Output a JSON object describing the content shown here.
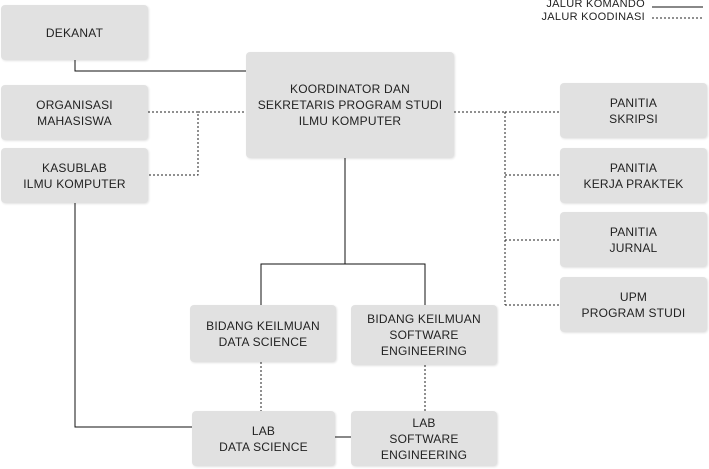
{
  "legend": {
    "command_line": "JALUR KOMANDO",
    "coordination_line": "JALUR KOODINASI"
  },
  "nodes": {
    "dekanat": "DEKANAT",
    "koordinator": "KOORDINATOR DAN\nSEKRETARIS PROGRAM STUDI\nILMU KOMPUTER",
    "organisasi": "ORGANISASI\nMAHASISWA",
    "kasublab": "KASUBLAB\nILMU KOMPUTER",
    "panitia_skripsi": "PANITIA\nSKRIPSI",
    "panitia_kp": "PANITIA\nKERJA PRAKTEK",
    "panitia_jurnal": "PANITIA\nJURNAL",
    "upm": "UPM\nPROGRAM STUDI",
    "bidang_ds": "BIDANG KEILMUAN\nDATA SCIENCE",
    "bidang_se": "BIDANG KEILMUAN\nSOFTWARE\nENGINEERING",
    "lab_ds": "LAB\nDATA SCIENCE",
    "lab_se": "LAB\nSOFTWARE\nENGINEERING"
  }
}
